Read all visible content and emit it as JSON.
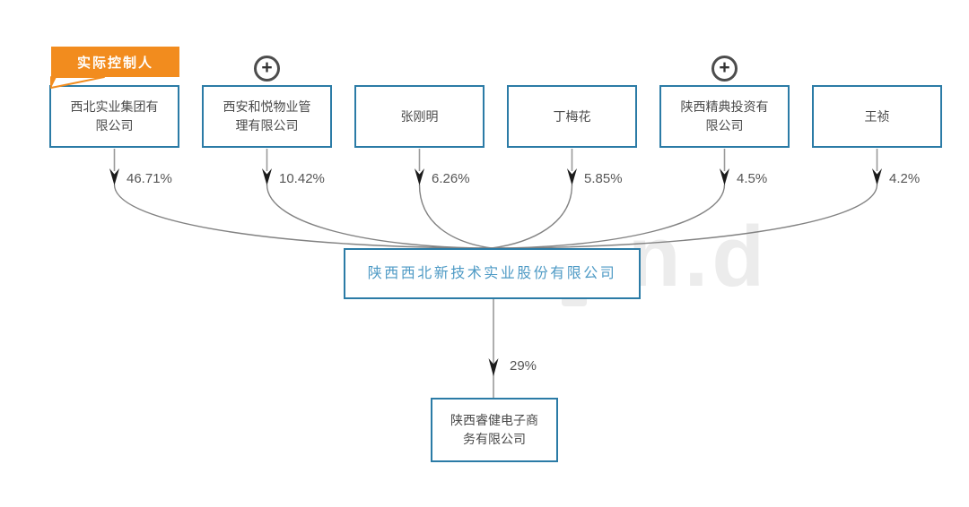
{
  "badge": {
    "label": "实际控制人",
    "color": "#f28c1e"
  },
  "icons": {
    "plus": "+"
  },
  "shareholders": [
    {
      "name": "西北实业集团有限公司",
      "percent": "46.71%",
      "has_plus_icon": false,
      "is_actual_controller": true
    },
    {
      "name": "西安和悦物业管理有限公司",
      "percent": "10.42%",
      "has_plus_icon": true,
      "is_actual_controller": false
    },
    {
      "name": "张刚明",
      "percent": "6.26%",
      "has_plus_icon": false,
      "is_actual_controller": false
    },
    {
      "name": "丁梅花",
      "percent": "5.85%",
      "has_plus_icon": false,
      "is_actual_controller": false
    },
    {
      "name": "陕西精典投资有限公司",
      "percent": "4.5%",
      "has_plus_icon": true,
      "is_actual_controller": false
    },
    {
      "name": "王祯",
      "percent": "4.2%",
      "has_plus_icon": false,
      "is_actual_controller": false
    }
  ],
  "company": {
    "name": "陕西西北新技术实业股份有限公司"
  },
  "subsidiary": {
    "name": "陕西睿健电子商务有限公司",
    "percent": "29%"
  },
  "watermark": {
    "text": "n.d"
  },
  "colors": {
    "box_border": "#2b7ba6",
    "company_text": "#4e9ac5",
    "badge_orange": "#f28c1e",
    "connector_gray": "#8a8a8a",
    "arrowhead": "#1b1b1b",
    "watermark_gray": "#ececec"
  }
}
